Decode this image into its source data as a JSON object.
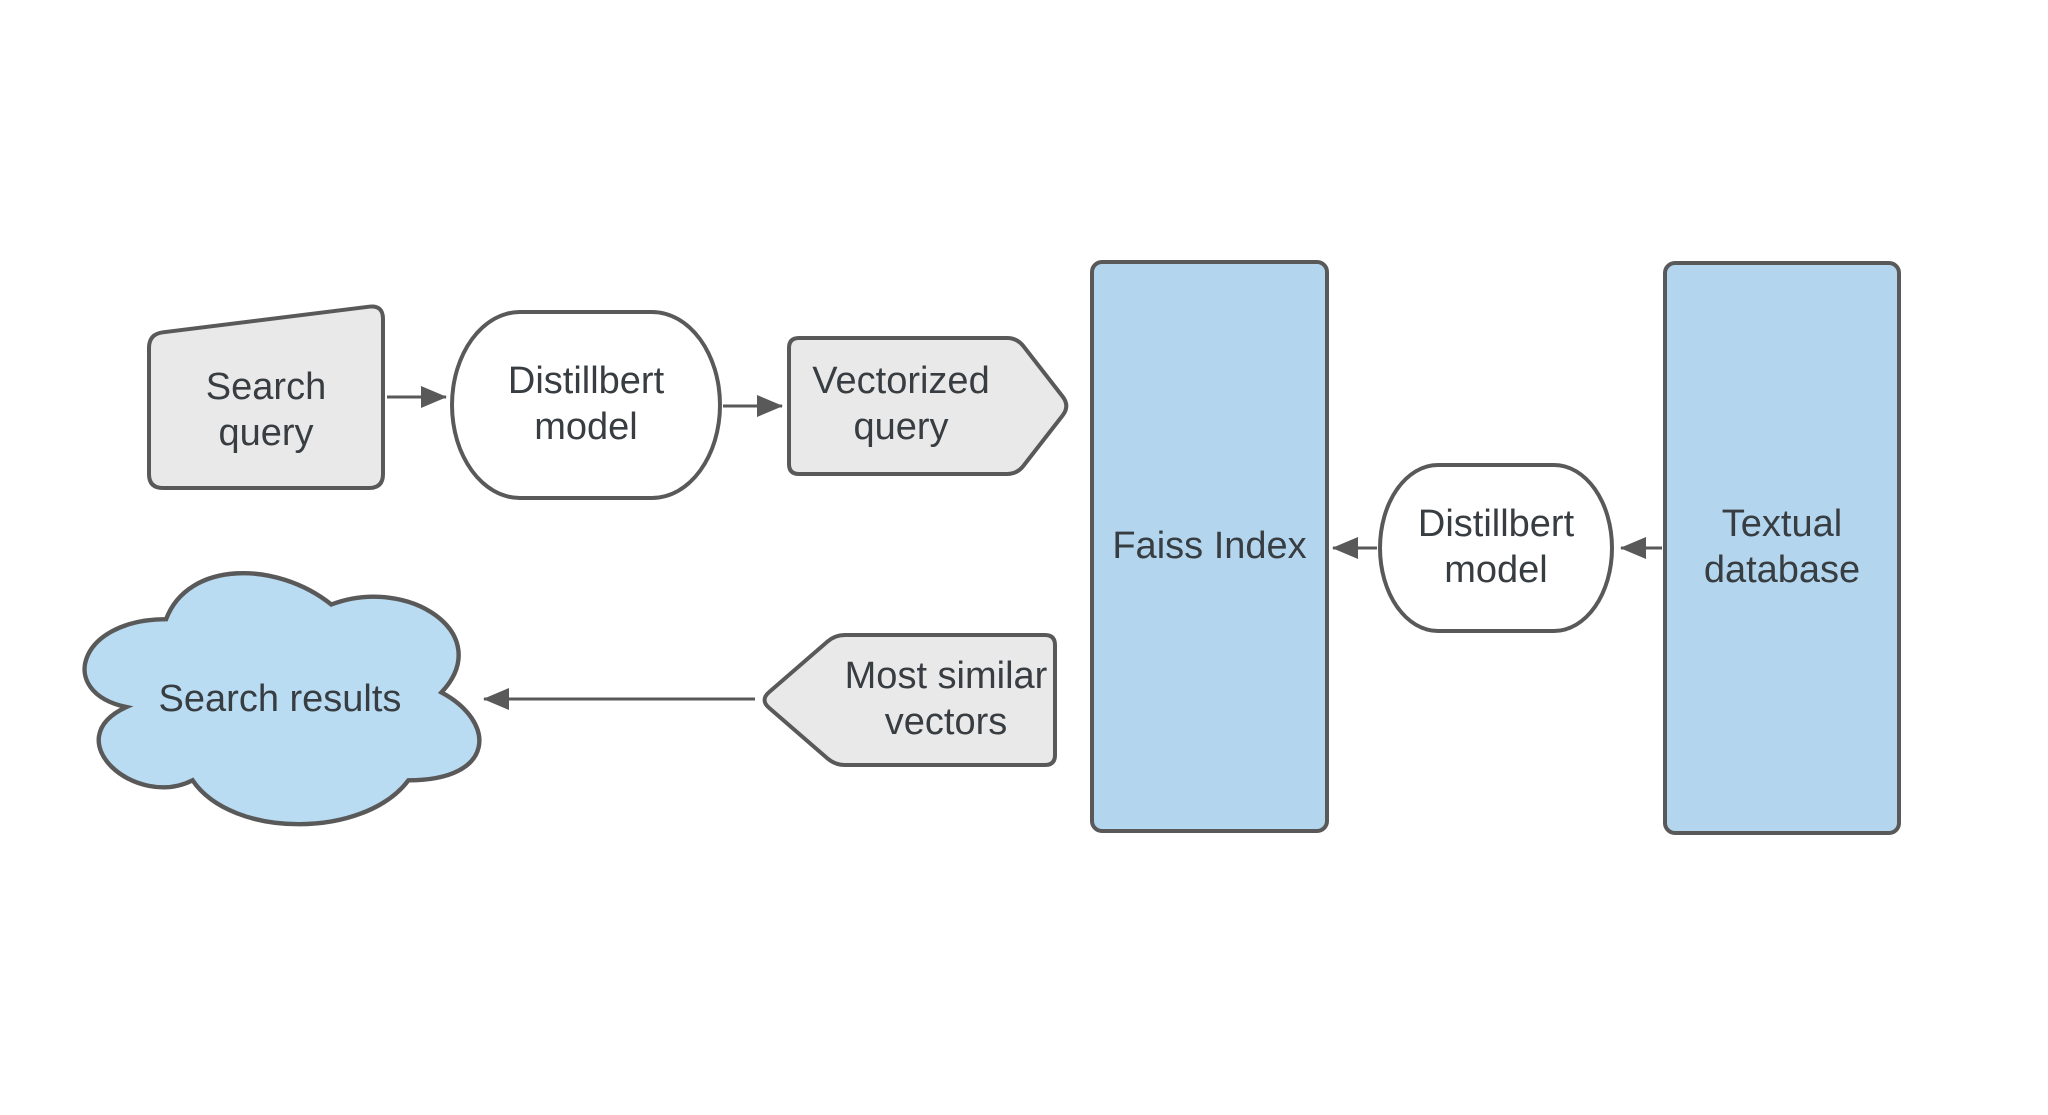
{
  "diagram_type": "flowchart",
  "nodes": {
    "search_query": {
      "label": "Search query",
      "shape": "manual-input-trapezoid",
      "fill": "gray"
    },
    "distillbert_model_1": {
      "label": "Distillbert model",
      "shape": "rounded-barrel",
      "fill": "white"
    },
    "vectorized_query": {
      "label": "Vectorized query",
      "shape": "arrow-pentagon-right",
      "fill": "gray"
    },
    "faiss_index": {
      "label": "Faiss Index",
      "shape": "rectangle",
      "fill": "blue"
    },
    "distillbert_model_2": {
      "label": "Distillbert model",
      "shape": "rounded-barrel",
      "fill": "white"
    },
    "textual_database": {
      "label": "Textual database",
      "shape": "rectangle",
      "fill": "blue"
    },
    "most_similar_vectors": {
      "label": "Most similar vectors",
      "shape": "arrow-pentagon-left",
      "fill": "gray"
    },
    "search_results": {
      "label": "Search results",
      "shape": "cloud",
      "fill": "cloud-blue"
    }
  },
  "edges": [
    {
      "from": "search_query",
      "to": "distillbert_model_1",
      "arrow": "right"
    },
    {
      "from": "distillbert_model_1",
      "to": "vectorized_query",
      "arrow": "right"
    },
    {
      "from": "textual_database",
      "to": "distillbert_model_2",
      "arrow": "left"
    },
    {
      "from": "distillbert_model_2",
      "to": "faiss_index",
      "arrow": "left"
    },
    {
      "from": "most_similar_vectors",
      "to": "search_results",
      "arrow": "left"
    }
  ],
  "colors": {
    "canvas_bg": "#ffffff",
    "node_blue_fill": "#b3d6ee",
    "cloud_fill": "#b9dcf2",
    "node_gray_fill": "#e9e9e9",
    "node_white_fill": "#ffffff",
    "stroke": "#595959",
    "text": "#383d42"
  }
}
